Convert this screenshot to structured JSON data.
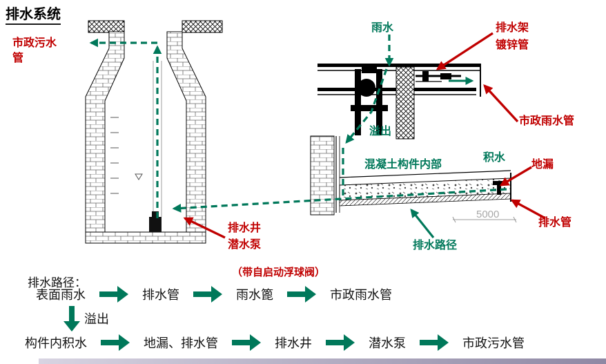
{
  "title": "排水系统",
  "colors": {
    "annotation_red": "#c00000",
    "annotation_green": "#00785a",
    "dimension_gray": "#a8a8a8",
    "footer_bar": "#9a93af"
  },
  "annotations": {
    "municipal_sewage_pipe": "市政污水管",
    "rainwater": "雨水",
    "drain_rack": "排水架",
    "galvanized_pipe": "镀锌管",
    "municipal_rain_pipe": "市政雨水管",
    "overflow": "溢出",
    "concrete_member_interior": "混凝土构件内部",
    "ponding": "积水",
    "floor_drain": "地漏",
    "drain_pipe": "排水管",
    "drain_well": "排水井",
    "submersible_pump": "潜水泵",
    "float_valve_note": "（带自启动浮球阀）",
    "drainage_path": "排水路径",
    "dimension_5000": "5000"
  },
  "flow": {
    "heading": "排水路径：",
    "surface_row": [
      "表面雨水",
      "排水管",
      "雨水篦",
      "市政雨水管"
    ],
    "branch_label": "溢出",
    "interior_row": [
      "构件内积水",
      "地漏、排水管",
      "排水井",
      "潜水泵",
      "市政污水管"
    ]
  }
}
